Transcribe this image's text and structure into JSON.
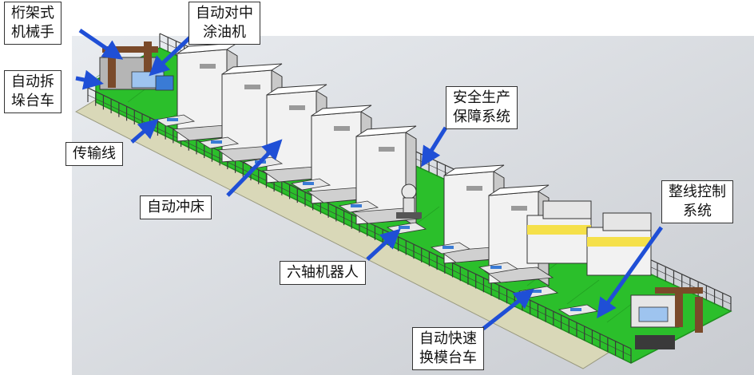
{
  "labels": {
    "gantry_robot": [
      "桁架式",
      "机械手"
    ],
    "centering_oiler": [
      "自动对中",
      "涂油机"
    ],
    "destacking_cart": [
      "自动拆",
      "垛台车"
    ],
    "conveyor": "传输线",
    "auto_press": "自动冲床",
    "safety_system": [
      "安全生产",
      "保障系统"
    ],
    "control_system": [
      "整线控制",
      "系统"
    ],
    "six_axis_robot": "六轴机器人",
    "die_change_cart": [
      "自动快速",
      "换模台车"
    ]
  },
  "colors": {
    "floor": "#2bbf2b",
    "floor_dark": "#1e8f1e",
    "walkway": "#d9d8b8",
    "press_body": "#f2f2f2",
    "press_shade": "#c9c9c9",
    "fence": "#3a3a3a",
    "arrow": "#1f4fd6",
    "accent_yellow": "#f5e04a",
    "accent_blue": "#3a7bd5"
  }
}
